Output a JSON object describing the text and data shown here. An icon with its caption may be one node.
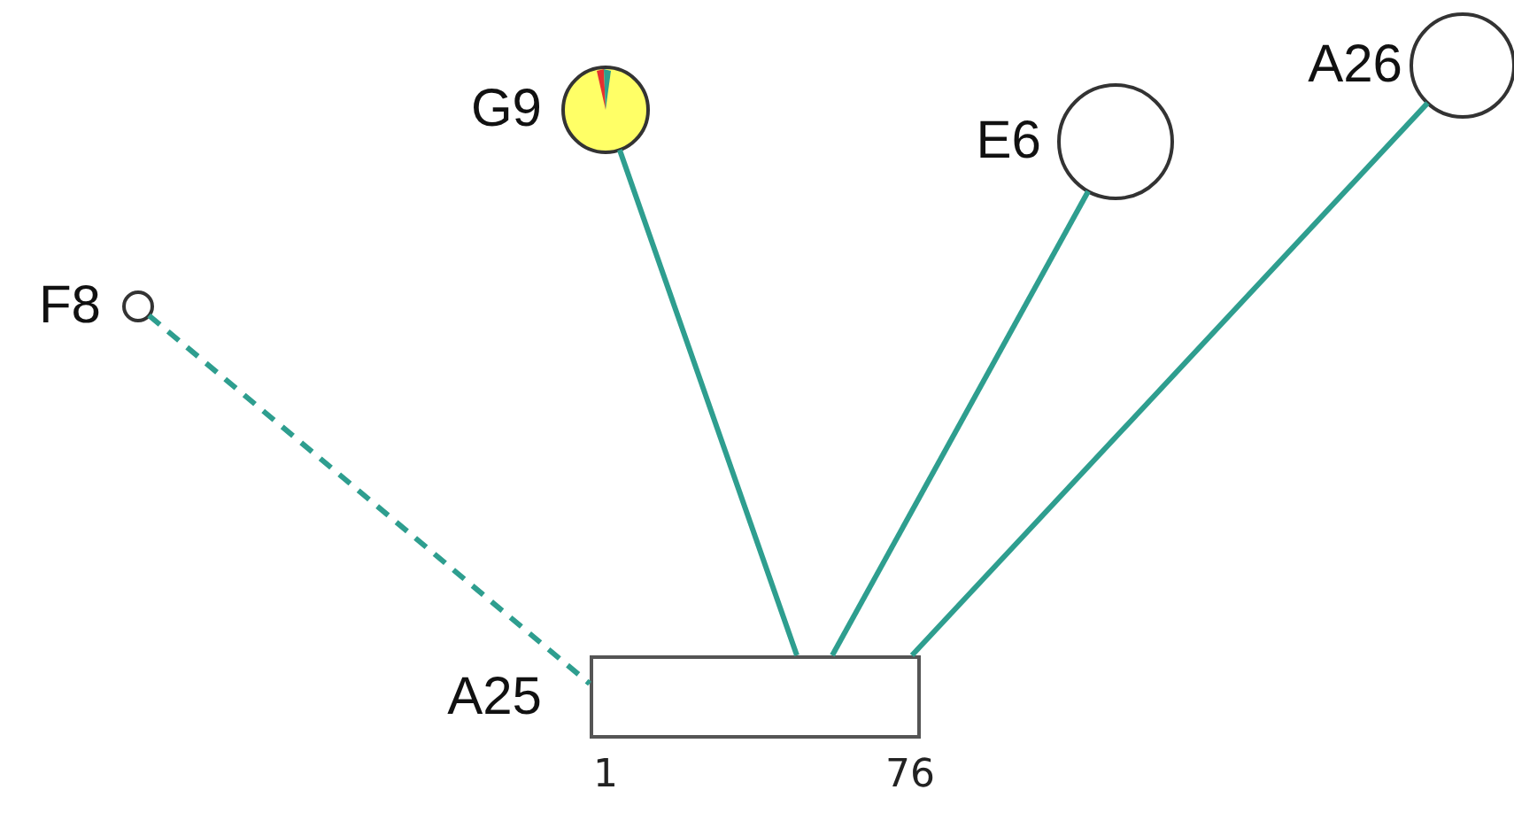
{
  "diagram": {
    "nodes": [
      {
        "text": [
          "A25"
        ],
        "beside": [
          "1",
          "76"
        ]
      },
      {
        "text": [
          "G9"
        ]
      },
      {
        "text": [
          "E6"
        ]
      },
      {
        "text": [
          "A26"
        ]
      },
      {
        "text": [
          "F8"
        ]
      }
    ],
    "edges": [
      {
        "from": 4,
        "to": 0,
        "arrow": "none",
        "style": "dashed"
      },
      {
        "from": 1,
        "to": 0,
        "arrow": "none"
      },
      {
        "from": 2,
        "to": 0,
        "arrow": "none"
      },
      {
        "from": 3,
        "to": 0,
        "arrow": "none"
      }
    ]
  }
}
